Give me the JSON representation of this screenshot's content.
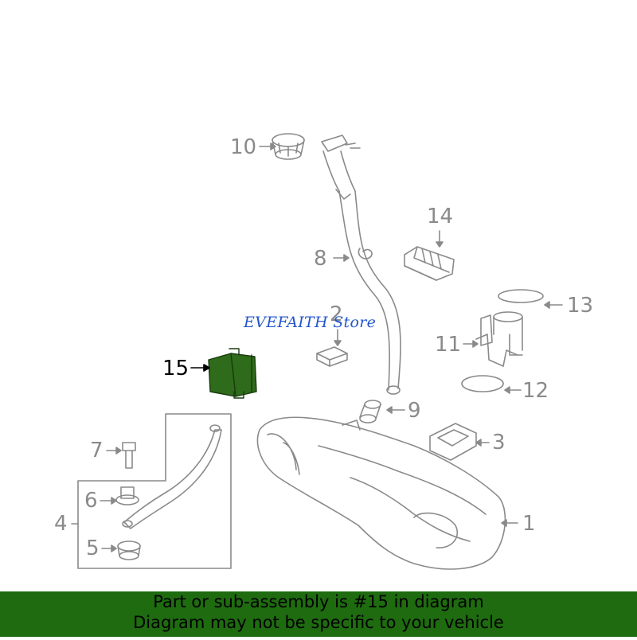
{
  "callouts": {
    "c1": "1",
    "c2": "2",
    "c3": "3",
    "c4": "4",
    "c5": "5",
    "c6": "6",
    "c7": "7",
    "c8": "8",
    "c9": "9",
    "c10": "10",
    "c11": "11",
    "c12": "12",
    "c13": "13",
    "c14": "14",
    "c15": "15"
  },
  "highlight_part": "15",
  "highlight_color": "#2e6b1a",
  "line_color": "#8a8a8a",
  "watermark": "EVEFAITH Store",
  "banner": {
    "line1": "Part or sub-assembly is #15 in diagram",
    "line2": "Diagram may not be specific to your vehicle",
    "background": "#1e6b10"
  }
}
